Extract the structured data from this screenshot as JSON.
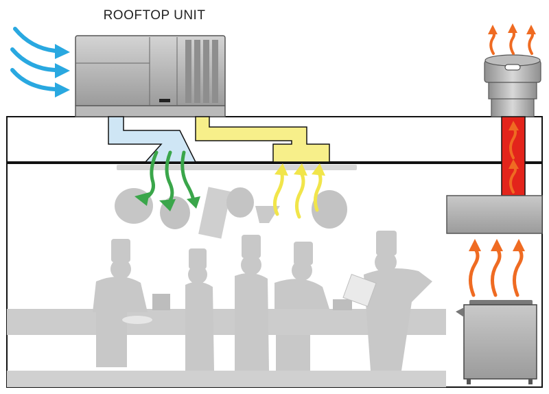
{
  "diagram": {
    "title": "ROOFTOP UNIT",
    "colors": {
      "supply_duct": "#cfe6f5",
      "return_duct": "#f7ef8a",
      "supply_arrows": "#3aa64a",
      "intake_arrows": "#29a8e0",
      "return_arrows": "#f1e54a",
      "exhaust_duct": "#e3241b",
      "heat_arrows": "#ef6b22",
      "silhouette": "#c8c8c8",
      "metal": "#a9a9a9"
    },
    "components": {
      "rooftop_unit": "rooftop-unit",
      "exhaust_fan": "exhaust-fan",
      "exhaust_hood": "exhaust-hood",
      "cooking_appliance": "cooking-appliance"
    }
  }
}
